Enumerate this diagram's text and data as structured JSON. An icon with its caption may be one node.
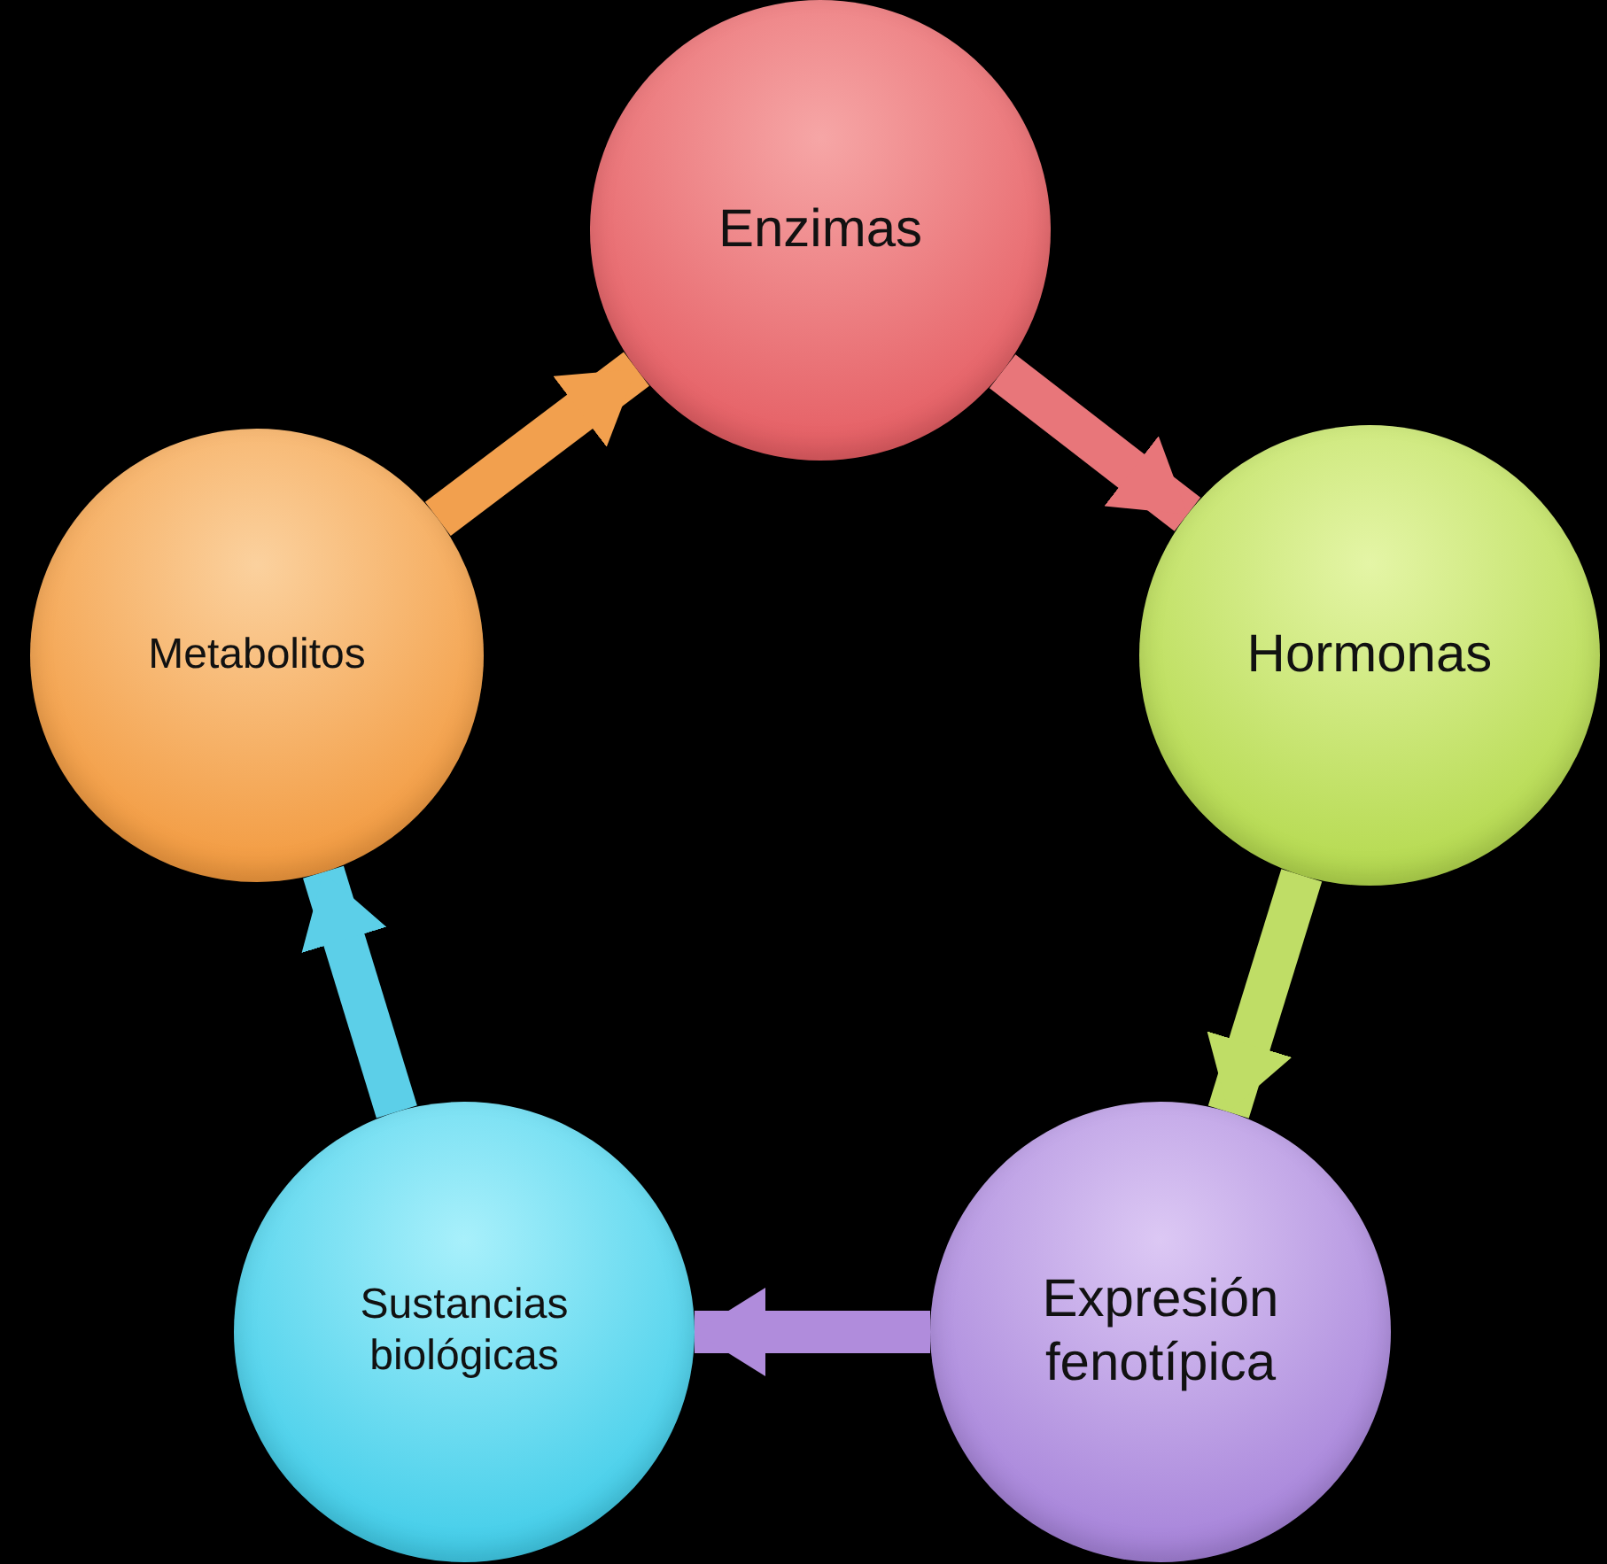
{
  "diagram": {
    "nodes": [
      {
        "text": [
          "Enzimas"
        ]
      },
      {
        "text": [
          "Hormonas"
        ]
      },
      {
        "text": [
          "Expresión fenotípica"
        ]
      },
      {
        "text": [
          "Sustancias biológicas"
        ]
      },
      {
        "text": [
          "Metabolitos"
        ]
      }
    ],
    "edges": [
      {
        "from": 0,
        "to": 1,
        "arrow": "to",
        "color": "#e8767a"
      },
      {
        "from": 1,
        "to": 2,
        "arrow": "to",
        "color": "#bfdd66"
      },
      {
        "from": 2,
        "to": 3,
        "arrow": "to",
        "color": "#b08cdc"
      },
      {
        "from": 3,
        "to": 4,
        "arrow": "to",
        "color": "#5ccfe8"
      },
      {
        "from": 4,
        "to": 0,
        "arrow": "to",
        "color": "#f2a04e"
      }
    ]
  }
}
